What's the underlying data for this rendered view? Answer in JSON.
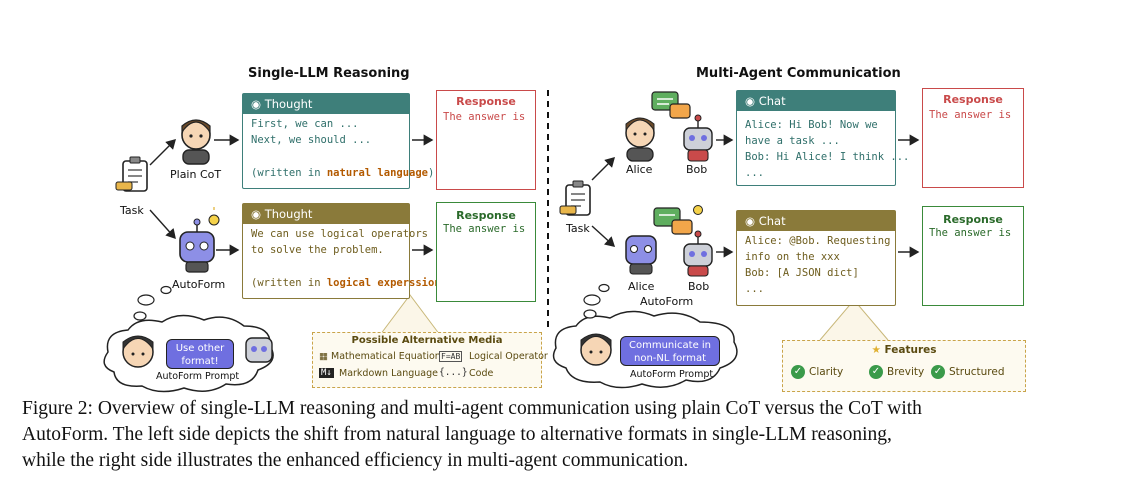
{
  "left_title": "Single-LLM Reasoning",
  "right_title": "Multi-Agent Communication",
  "left": {
    "task_label": "Task",
    "plain_cot_label": "Plain CoT",
    "autoform_label": "AutoForm",
    "thought_top": {
      "header": "Thought",
      "line1": "First, we can ...",
      "line2": "Next, we should ...",
      "note_prefix": "(written in ",
      "note_highlight": "natural language",
      "note_suffix": ")"
    },
    "thought_bottom": {
      "header": "Thought",
      "line1": "We can use logical operators",
      "line2": "to solve the problem.",
      "note_prefix": "(written in ",
      "note_highlight": "logical experssion",
      "note_suffix": ")"
    },
    "response_top": {
      "title": "Response",
      "sub": "The answer is"
    },
    "response_bottom": {
      "title": "Response",
      "sub": "The answer is"
    },
    "prompt_bubble": {
      "text": "Use other format!",
      "caption": "AutoForm Prompt"
    },
    "media_box": {
      "title": "Possible Alternative Media",
      "items": [
        "Mathematical Equation",
        "Logical Operator",
        "Markdown Language",
        "Code"
      ],
      "badge_eq": "F=AB",
      "badge_md": "M↓",
      "badge_code": "{...}"
    }
  },
  "right": {
    "task_label": "Task",
    "alice_top": "Alice",
    "bob_top": "Bob",
    "alice_bottom": "Alice",
    "bob_bottom": "Bob",
    "autoform_label": "AutoForm",
    "chat_top": {
      "header": "Chat",
      "line1": "Alice: Hi Bob! Now we",
      "line2": "have a task ...",
      "line3": "Bob: Hi Alice! I think ...",
      "line4": "..."
    },
    "chat_bottom": {
      "header": "Chat",
      "line1": "Alice: @Bob. Requesting",
      "line2": "info on the xxx",
      "line3": "Bob: [A JSON dict]",
      "line4": "..."
    },
    "response_top": {
      "title": "Response",
      "sub": "The answer is"
    },
    "response_bottom": {
      "title": "Response",
      "sub": "The answer is"
    },
    "prompt_bubble": {
      "text": "Communicate in non-NL format",
      "caption": "AutoForm Prompt"
    },
    "features_box": {
      "title": "Features",
      "items": [
        "Clarity",
        "Brevity",
        "Structured"
      ]
    }
  },
  "caption": {
    "line1": "Figure 2: Overview of single-LLM reasoning and multi-agent communication using plain CoT versus the CoT with",
    "line2": "AutoForm. The left side depicts the shift from natural language to alternative formats in single-LLM reasoning,",
    "line3": "while the right side illustrates the enhanced efficiency in multi-agent communication."
  },
  "colors": {
    "teal": "#3e7f7a",
    "olive": "#8a7a3a",
    "red": "#c94a4a",
    "green": "#3a8a3a",
    "purple": "#6f6fe0",
    "orange_text": "#b35a00"
  }
}
